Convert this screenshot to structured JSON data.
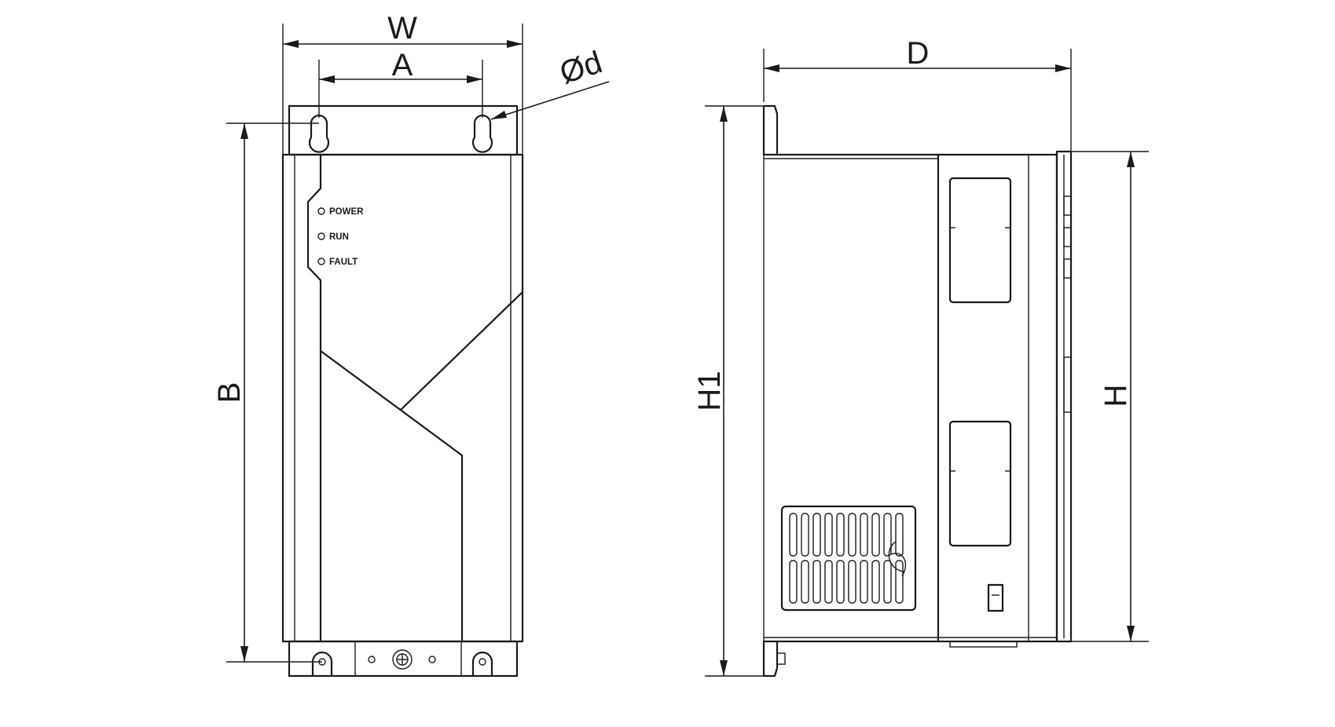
{
  "dimensions": {
    "width": "W",
    "hole_spacing": "A",
    "hole_diameter": "Ød",
    "mount_height": "B",
    "depth": "D",
    "total_height": "H1",
    "body_height": "H"
  },
  "indicators": [
    {
      "label": "POWER"
    },
    {
      "label": "RUN"
    },
    {
      "label": "FAULT"
    }
  ]
}
